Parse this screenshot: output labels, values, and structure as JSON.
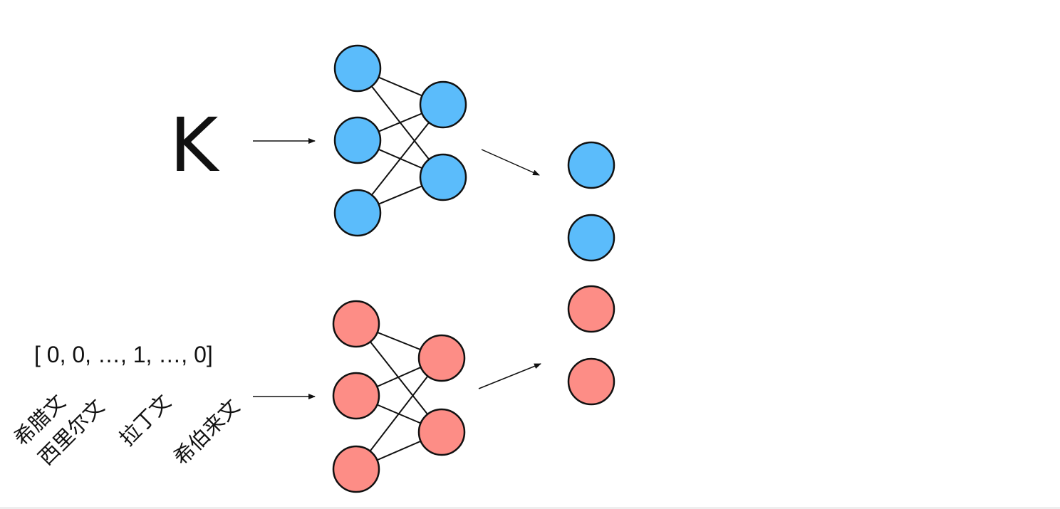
{
  "input_image_glyph": "K",
  "one_hot_vector": "[ 0, 0, …, 1, …, 0]",
  "script_labels": {
    "greek": "希腊文",
    "cyrillic": "西里尔文",
    "latin": "拉丁文",
    "hebrew": "希伯来文"
  },
  "colors": {
    "image_network": "#5bbcfb",
    "label_network": "#fd8d86",
    "stroke": "#111111"
  },
  "networks": {
    "image_branch": {
      "input_nodes": 3,
      "hidden_nodes": 2
    },
    "label_branch": {
      "input_nodes": 3,
      "hidden_nodes": 2
    },
    "output_nodes": [
      "image_network",
      "image_network",
      "label_network",
      "label_network"
    ]
  }
}
